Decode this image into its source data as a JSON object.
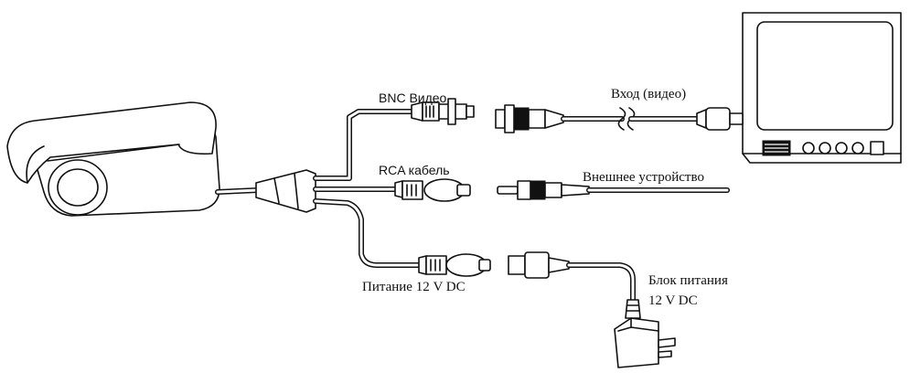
{
  "labels": {
    "bnc_video": "BNC Видео",
    "rca_cable": "RCA кабель",
    "power_12v": "Питание 12 V DC",
    "video_input": "Вход (видео)",
    "external_device": "Внешнее устройство",
    "power_supply_line1": "Блок питания",
    "power_supply_line2": "12 V DC"
  },
  "colors": {
    "line": "#111111",
    "background": "#ffffff"
  }
}
